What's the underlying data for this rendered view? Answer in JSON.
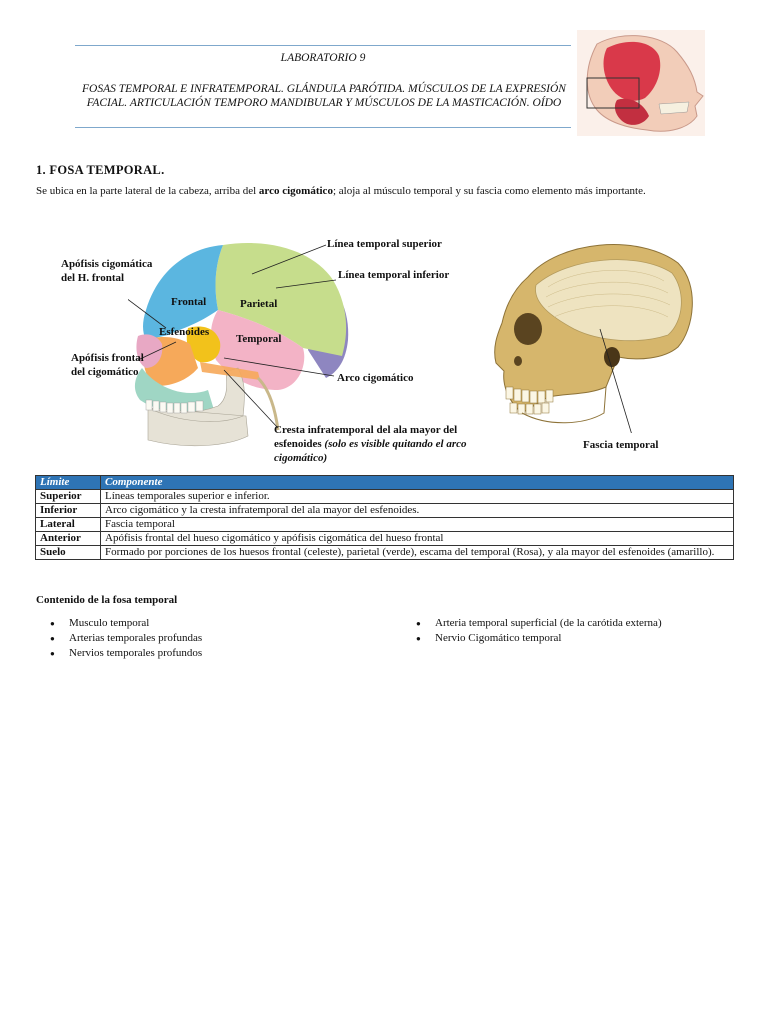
{
  "header": {
    "title": "LABORATORIO 9",
    "subtitle": "FOSAS TEMPORAL E INFRATEMPORAL. GLÁNDULA PARÓTIDA. MÚSCULOS DE LA EXPRESIÓN FACIAL. ARTICULACIÓN TEMPORO MANDIBULAR Y MÚSCULOS DE LA MASTICACIÓN. OÍDO"
  },
  "section": {
    "heading": "1. FOSA TEMPORAL.",
    "intro_before": "Se ubica en la parte lateral de la cabeza, arriba del ",
    "intro_bold": "arco cigomático",
    "intro_after": "; aloja al músculo temporal y su fascia como elemento más importante."
  },
  "figure_left": {
    "labels": {
      "linea_superior": "Línea temporal superior",
      "linea_inferior": "Línea temporal inferior",
      "apofisis_cigomatica_frontal": "Apófisis cigomática del H. frontal",
      "frontal": "Frontal",
      "parietal": "Parietal",
      "esfenoides": "Esfenoides",
      "temporal": "Temporal",
      "apofisis_frontal_cigomatico": "Apófisis frontal del cigomático",
      "arco": "Arco cigomático",
      "cresta": "Cresta infratemporal del ala mayor del esfenoides ",
      "cresta_note": "(solo es visible quitando el arco cigomático)"
    }
  },
  "figure_right": {
    "label": "Fascia temporal"
  },
  "table": {
    "headers": [
      "Límite",
      "Componente"
    ],
    "rows": [
      [
        "Superior",
        "Líneas temporales superior e inferior."
      ],
      [
        "Inferior",
        "Arco cigomático y la cresta infratemporal del ala mayor del esfenoides."
      ],
      [
        "Lateral",
        "Fascia temporal"
      ],
      [
        "Anterior",
        "Apófisis frontal del hueso cigomático y apófisis cigomática del hueso frontal"
      ],
      [
        "Suelo",
        "Formado por porciones de los huesos frontal (celeste), parietal (verde), escama del temporal (Rosa), y ala mayor del esfenoides (amarillo)."
      ]
    ]
  },
  "content": {
    "heading": "Contenido de la fosa temporal",
    "left": [
      "Musculo temporal",
      "Arterias temporales profundas",
      "Nervios temporales profundos"
    ],
    "right": [
      "Arteria temporal superficial (de la carótida externa)",
      "Nervio Cigomático temporal"
    ]
  },
  "colors": {
    "frontal": "#5bb6e0",
    "parietal": "#c6dd8c",
    "temporal": "#f3b3c6",
    "esfenoides": "#f2c21b",
    "occipital": "#8e86c0",
    "table_header": "#2e74b5"
  }
}
